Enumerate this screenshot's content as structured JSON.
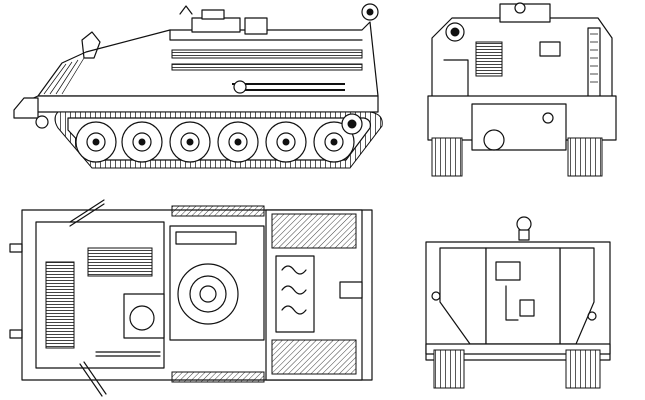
{
  "views": [
    {
      "id": "side",
      "label": ""
    },
    {
      "id": "front",
      "label": ""
    },
    {
      "id": "top",
      "label": ""
    },
    {
      "id": "rear",
      "label": ""
    }
  ]
}
